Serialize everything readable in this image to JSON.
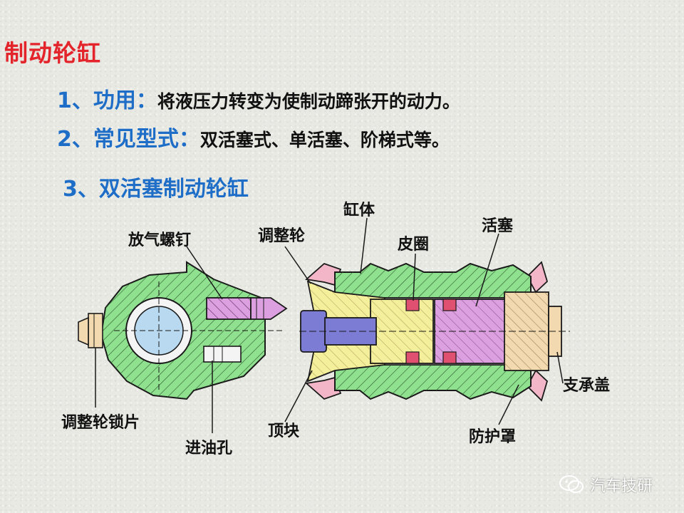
{
  "title": "制动轮缸",
  "items": [
    {
      "key": "1、功用：",
      "value": "将液压力转变为使制动蹄张开的动力。"
    },
    {
      "key": "2、常见型式：",
      "value": "双活塞式、单活塞、阶梯式等。"
    }
  ],
  "subtitle": "3、双活塞制动轮缸",
  "labels": {
    "bleeder_screw": "放气螺钉",
    "adjuster_wheel": "调整轮",
    "cylinder_body": "缸体",
    "seal": "皮圈",
    "piston": "活塞",
    "adjuster_lock": "调整轮锁片",
    "inlet": "进油孔",
    "push_block": "顶块",
    "guard": "防护罩",
    "support_cap": "支承盖"
  },
  "watermark": "汽车技研",
  "colors": {
    "title": "#e3242b",
    "heading": "#1e6ec8",
    "body_green": "#8fe08f",
    "piston_magenta": "#dca0e0",
    "cap_beige": "#f2d9b0",
    "boot_pink": "#f3b6c8",
    "push_yellow": "#f4ef9a",
    "adjuster_blue": "#7c7cd4"
  }
}
